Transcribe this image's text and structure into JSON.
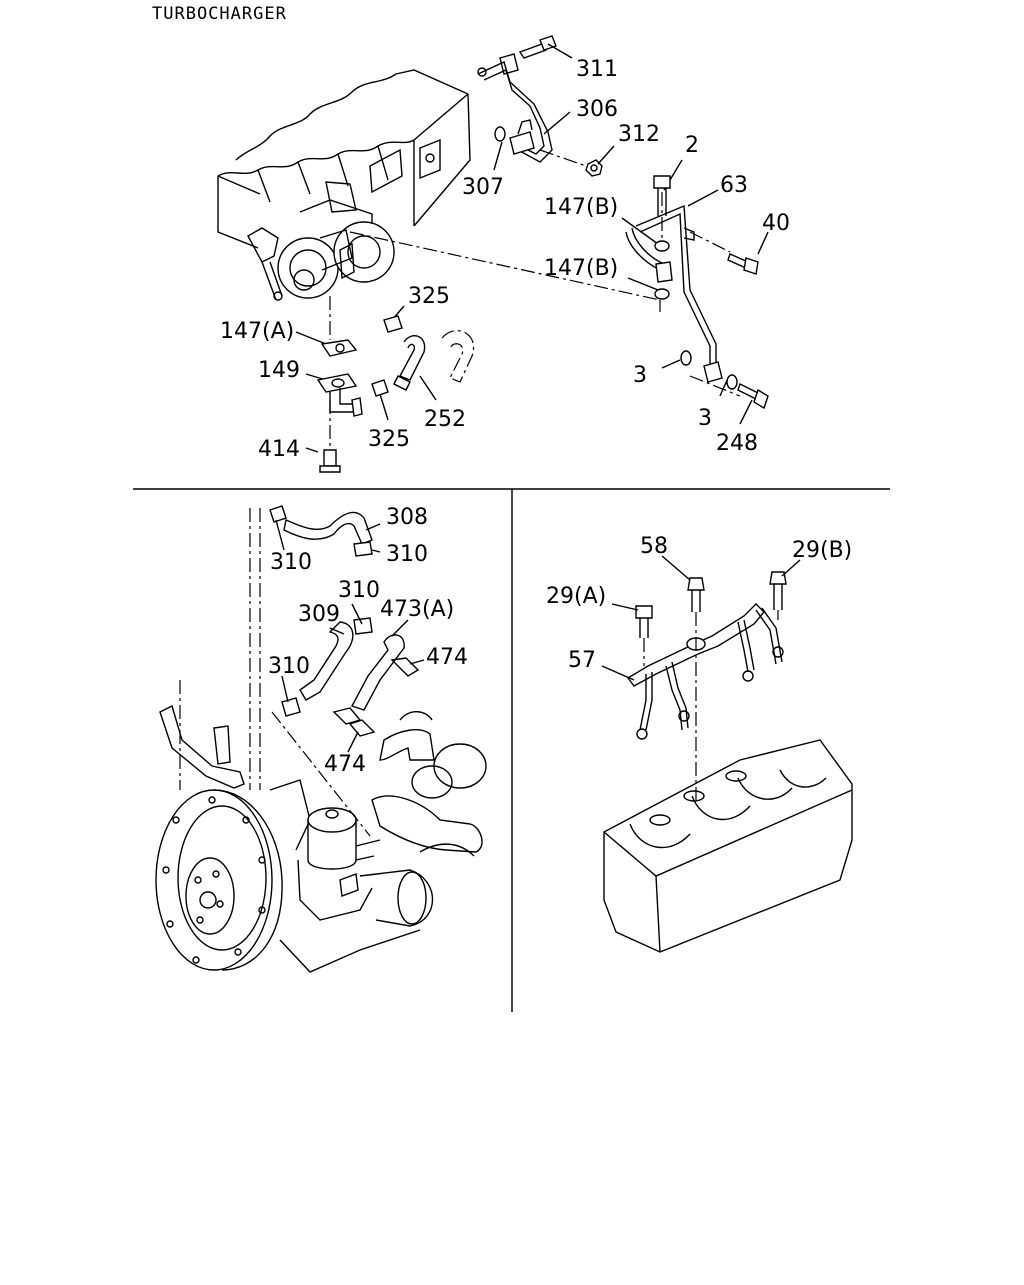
{
  "title": "TURBOCHARGER",
  "callouts": {
    "c311": "311",
    "c306": "306",
    "c312": "312",
    "c307": "307",
    "c2": "2",
    "c63": "63",
    "c147b_1": "147(B)",
    "c40": "40",
    "c147b_2": "147(B)",
    "c325_1": "325",
    "c147a": "147(A)",
    "c149": "149",
    "c3_1": "3",
    "c3_2": "3",
    "c252": "252",
    "c325_2": "325",
    "c248": "248",
    "c414": "414",
    "c308": "308",
    "c310_1": "310",
    "c310_2": "310",
    "c310_3": "310",
    "c309": "309",
    "c473a": "473(A)",
    "c474_1": "474",
    "c310_4": "310",
    "c474_2": "474",
    "c58": "58",
    "c29b": "29(B)",
    "c29a": "29(A)",
    "c57": "57"
  }
}
